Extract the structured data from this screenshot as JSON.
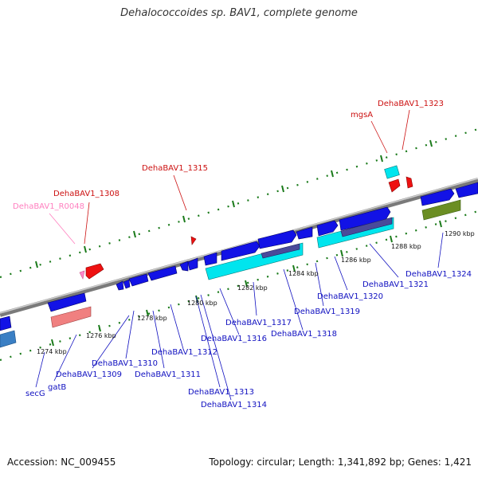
{
  "title": "Dehalococcoides sp. BAV1, complete genome",
  "footer": {
    "accession": "Accession: NC_009455",
    "summary": "Topology: circular; Length: 1,341,892 bp; Genes: 1,421"
  },
  "colors": {
    "cds_forward": "#1212e6",
    "cds_reverse": "#1212e6",
    "rrna": "#00e5ee",
    "rrna_stripe": "#4a4a9a",
    "trna": "#ee1111",
    "trna_pale": "#f08080",
    "highlight": "#ff88cc",
    "olive": "#6b8e23",
    "backbone": "#888888",
    "tick": "#1a7a1a",
    "label_blue": "#1010c0",
    "label_red": "#cc1111",
    "label_pink": "#ff7fbf"
  },
  "scale_labels": [
    "1274 kbp",
    "1276 kbp",
    "1278 kbp",
    "1280 kbp",
    "1282 kbp",
    "1284 kbp",
    "1286 kbp",
    "1288 kbp",
    "1290 kbp"
  ],
  "labels_top": [
    {
      "text": "DehaBAV1_R0048",
      "color": "label_pink",
      "icon": "trna-pink-icon"
    },
    {
      "text": "DehaBAV1_1308",
      "color": "label_red"
    },
    {
      "text": "DehaBAV1_1315",
      "color": "label_red"
    },
    {
      "text": "mgsA",
      "color": "label_red"
    },
    {
      "text": "DehaBAV1_1323",
      "color": "label_red"
    }
  ],
  "labels_bottom": [
    "secG",
    "gatB",
    "DehaBAV1_1309",
    "DehaBAV1_1310",
    "DehaBAV1_1311",
    "DehaBAV1_1312",
    "DehaBAV1_1313",
    "DehaBAV1_1314",
    "DehaBAV1_1316",
    "DehaBAV1_1317",
    "DehaBAV1_1318",
    "DehaBAV1_1319",
    "DehaBAV1_1320",
    "DehaBAV1_1321",
    "DehaBAV1_1324"
  ]
}
